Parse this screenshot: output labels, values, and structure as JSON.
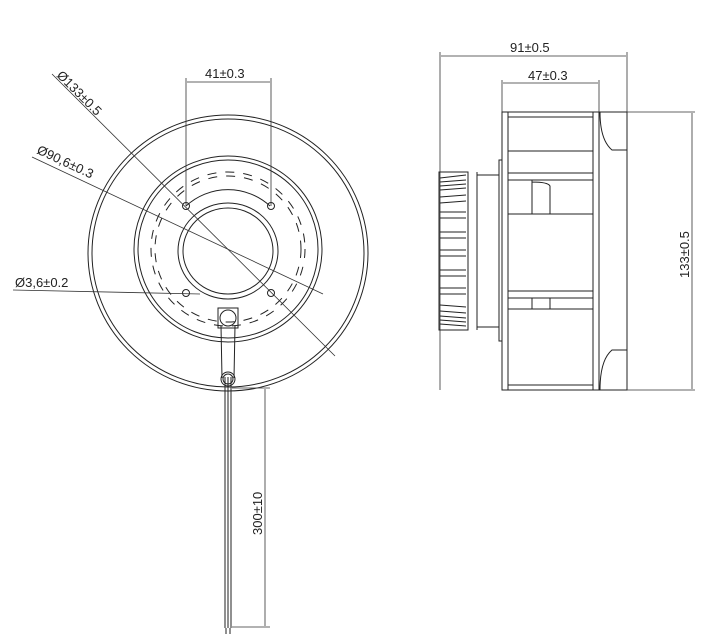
{
  "drawing": {
    "front_view": {
      "dim_outer_diameter": "Ø133±0.5",
      "dim_inner_diameter": "Ø90,6±0.3",
      "dim_hole_spacing": "41±0.3",
      "dim_hole_diameter": "Ø3,6±0.2",
      "dim_cable_length": "300±10"
    },
    "side_view": {
      "dim_overall_depth": "91±0.5",
      "dim_impeller_depth": "47±0.3",
      "dim_height": "133±0.5"
    }
  }
}
